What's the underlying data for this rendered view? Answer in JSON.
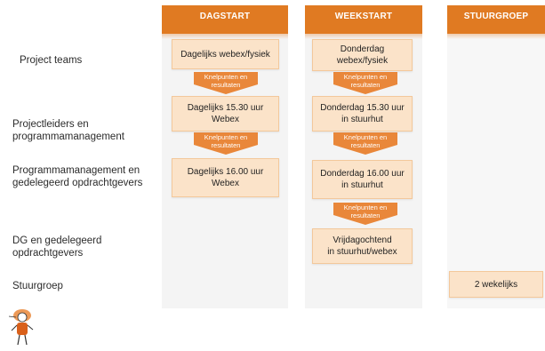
{
  "columns": {
    "dagstart": "DAGSTART",
    "weekstart": "WEEKSTART",
    "stuurgroep": "STUURGROEP"
  },
  "rows": {
    "project_teams": [
      "Project teams"
    ],
    "projectleiders": [
      "Projectleiders en",
      "programmamanagement"
    ],
    "programmamanagement": [
      "Programmamanagement  en",
      "gedelegeerd opdrachtgevers"
    ],
    "dg": [
      "DG en gedelegeerd",
      "opdrachtgevers"
    ],
    "stuurgroep": [
      "Stuurgroep"
    ]
  },
  "boxes": {
    "dag_1": [
      "Dagelijks webex/fysiek"
    ],
    "dag_2": [
      "Dagelijks 15.30 uur",
      "Webex"
    ],
    "dag_3": [
      "Dagelijks 16.00 uur",
      "Webex"
    ],
    "week_1": [
      "Donderdag",
      "webex/fysiek"
    ],
    "week_2": [
      "Donderdag 15.30 uur",
      "in stuurhut"
    ],
    "week_3": [
      "Donderdag 16.00 uur",
      "in stuurhut"
    ],
    "week_4": [
      "Vrijdagochtend",
      "in stuurhut/webex"
    ],
    "stuur_1": [
      "2 wekelijks"
    ]
  },
  "arrow_label": [
    "Knelpunten en",
    "resultaten"
  ],
  "colors": {
    "header": "#e07a22",
    "box_fill": "#fbe3c9",
    "arrow": "#e9873a"
  }
}
